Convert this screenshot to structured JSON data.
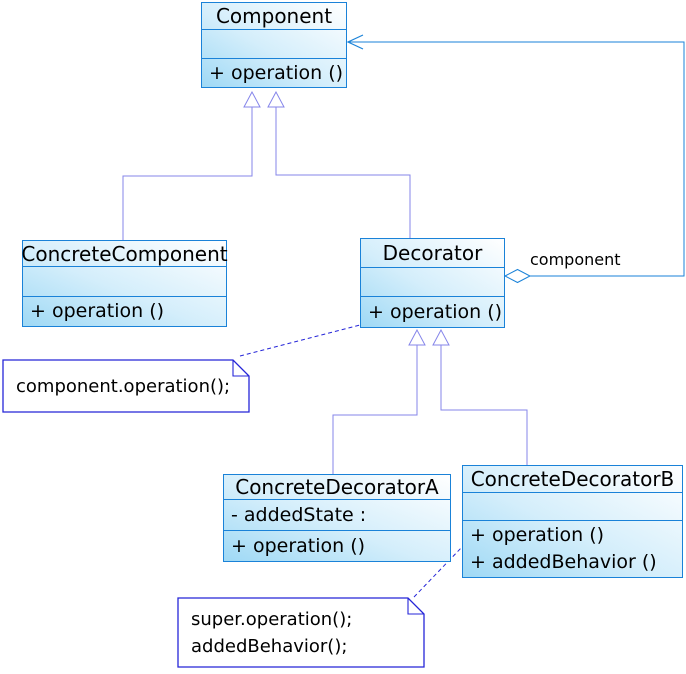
{
  "diagram": {
    "type": "uml-class-diagram",
    "pattern": "Decorator",
    "colors": {
      "class_border": "#1a82d8",
      "class_fill_top": "#ffffff",
      "class_fill_bottom": "#9fd9f5",
      "generalization_line": "#8585ea",
      "aggregation_line": "#1a82d8",
      "note_border": "#2525d8",
      "text": "#000000"
    },
    "classes": [
      {
        "id": "component",
        "name": "Component",
        "attributes": [],
        "methods": [
          "+ operation ()"
        ]
      },
      {
        "id": "concrete-component",
        "name": "ConcreteComponent",
        "attributes": [],
        "methods": [
          "+ operation ()"
        ]
      },
      {
        "id": "decorator",
        "name": "Decorator",
        "attributes": [],
        "methods": [
          "+ operation ()"
        ]
      },
      {
        "id": "concrete-decorator-a",
        "name": "ConcreteDecoratorA",
        "attributes": [
          "- addedState :"
        ],
        "methods": [
          "+ operation ()"
        ]
      },
      {
        "id": "concrete-decorator-b",
        "name": "ConcreteDecoratorB",
        "attributes": [],
        "methods": [
          "+ operation ()",
          "+ addedBehavior ()"
        ]
      }
    ],
    "notes": [
      {
        "id": "note-component-operation",
        "lines": [
          "component.operation();"
        ]
      },
      {
        "id": "note-super-operation",
        "lines": [
          "super.operation();",
          "addedBehavior();"
        ]
      }
    ],
    "edges": [
      {
        "type": "generalization",
        "from": "ConcreteComponent",
        "to": "Component",
        "marker": "hollow-triangle"
      },
      {
        "type": "generalization",
        "from": "Decorator",
        "to": "Component",
        "marker": "hollow-triangle"
      },
      {
        "type": "generalization",
        "from": "ConcreteDecoratorA",
        "to": "Decorator",
        "marker": "hollow-triangle"
      },
      {
        "type": "generalization",
        "from": "ConcreteDecoratorB",
        "to": "Decorator",
        "marker": "hollow-triangle"
      },
      {
        "type": "aggregation",
        "from": "Decorator",
        "to": "Component",
        "label": "component",
        "marker": "hollow-diamond",
        "end_marker": "open-arrow"
      },
      {
        "type": "note-link",
        "from": "note-component-operation",
        "to": "Decorator"
      },
      {
        "type": "note-link",
        "from": "note-super-operation",
        "to": "ConcreteDecoratorB"
      }
    ]
  }
}
